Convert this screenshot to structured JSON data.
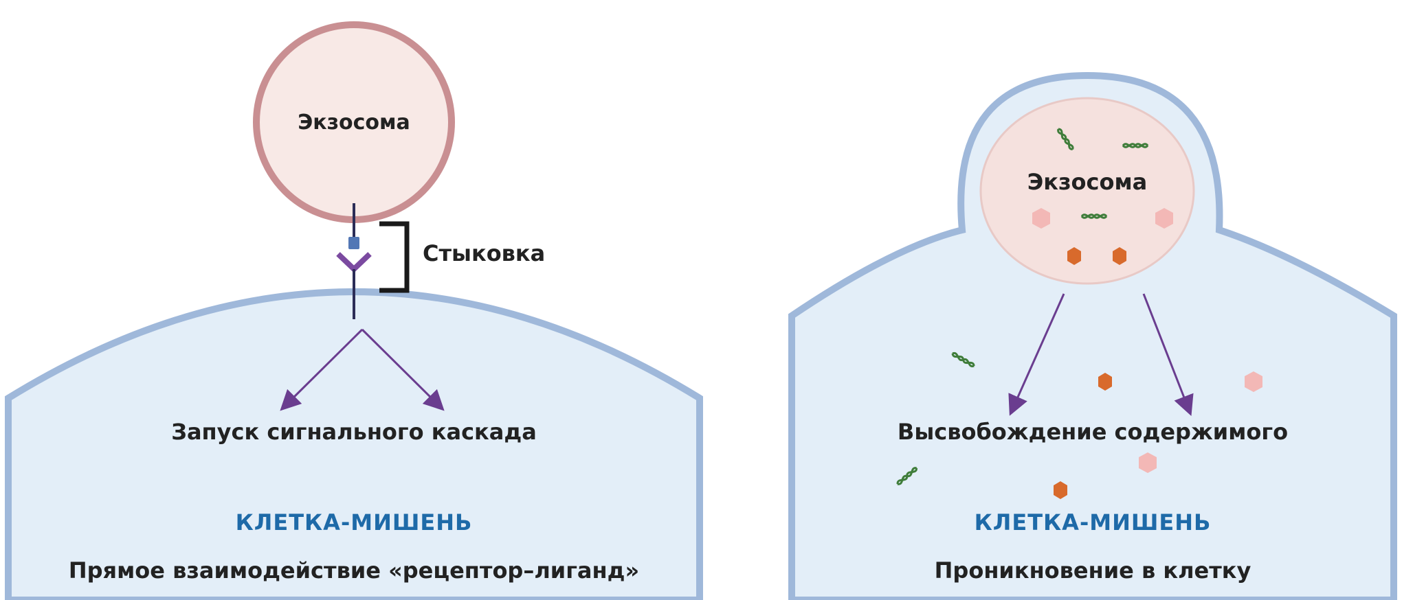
{
  "left_panel": {
    "exosome_label": "Экзосома",
    "docking_label": "Стыковка",
    "cascade_label": "Запуск сигнального каскада",
    "cell_label": "КЛЕТКА-МИШЕНЬ",
    "caption": "Прямое взаимодействие «рецептор–лиганд»"
  },
  "right_panel": {
    "exosome_label": "Экзосома",
    "release_label": "Высвобождение содержимого",
    "cell_label": "КЛЕТКА-МИШЕНЬ",
    "caption": "Проникновение в клетку"
  },
  "colors": {
    "cell_fill": "#e3eef8",
    "cell_membrane": "#9fb8da",
    "exosome_ring": "#c98f92",
    "exosome_fill": "#f8e9e6",
    "arrow": "#6a3d8f",
    "dna": "#3f7d3a",
    "hexagon": "#d86a2c",
    "pink_dot": "#f3b8b6",
    "label_blue": "#1e6aa8"
  }
}
